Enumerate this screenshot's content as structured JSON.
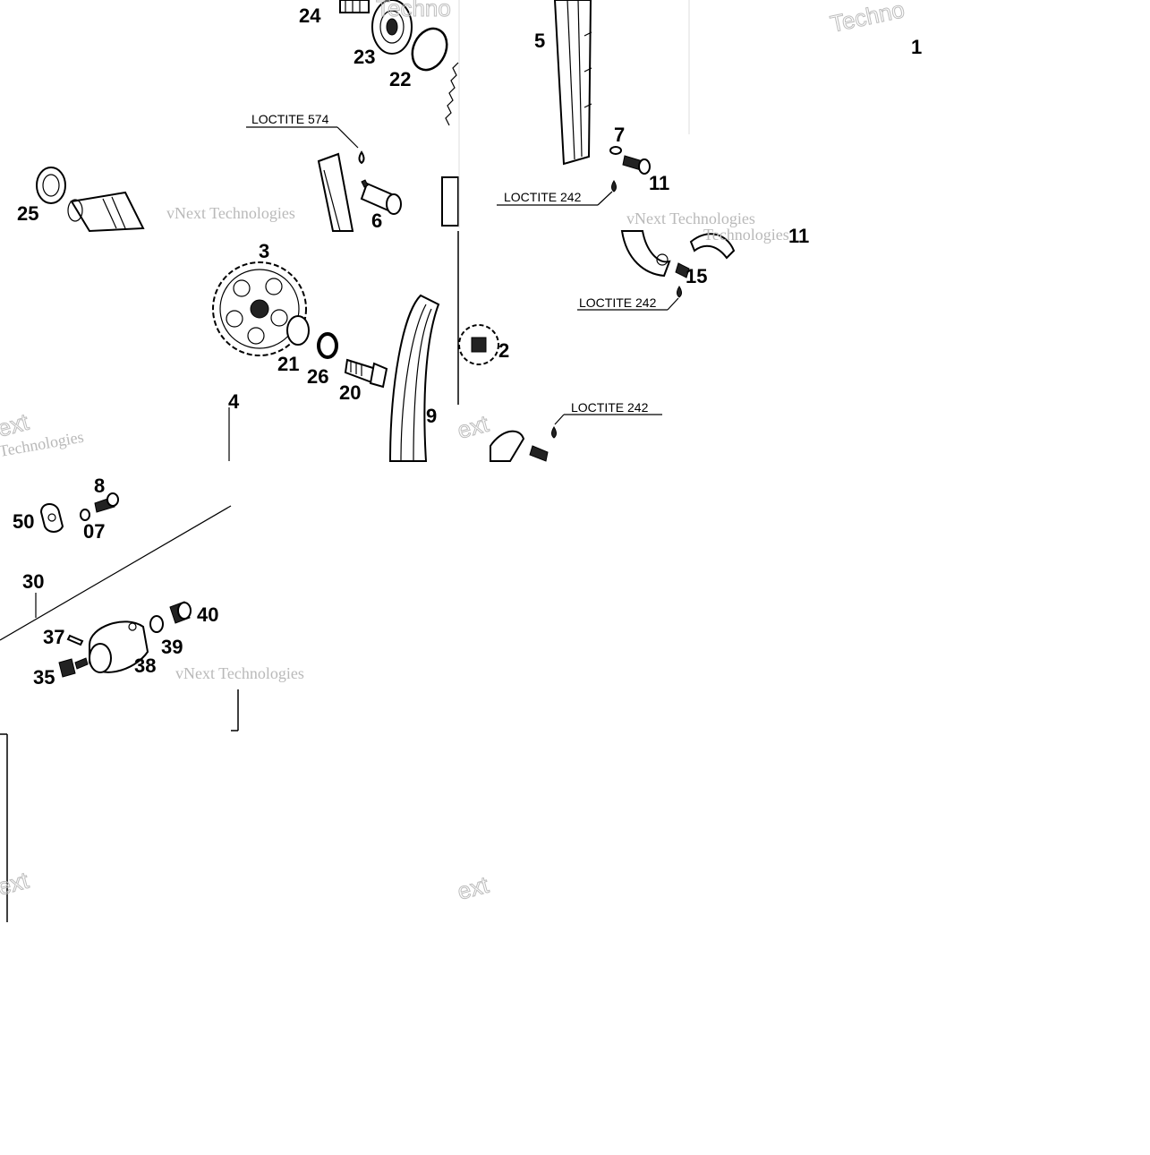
{
  "callouts": [
    "24",
    "23",
    "22",
    "25",
    "6",
    "5",
    "7",
    "11",
    "3",
    "21",
    "26",
    "20",
    "4",
    "9",
    "15",
    "2",
    "8",
    "50",
    "07",
    "30",
    "40",
    "37",
    "39",
    "38",
    "35",
    "1"
  ],
  "notes": [
    "LOCTITE 574",
    "LOCTITE 242",
    "LOCTITE 242",
    "LOCTITE 242"
  ],
  "watermarks": [
    "vNext Technologies",
    "Techno",
    "Technologies",
    "ext"
  ]
}
